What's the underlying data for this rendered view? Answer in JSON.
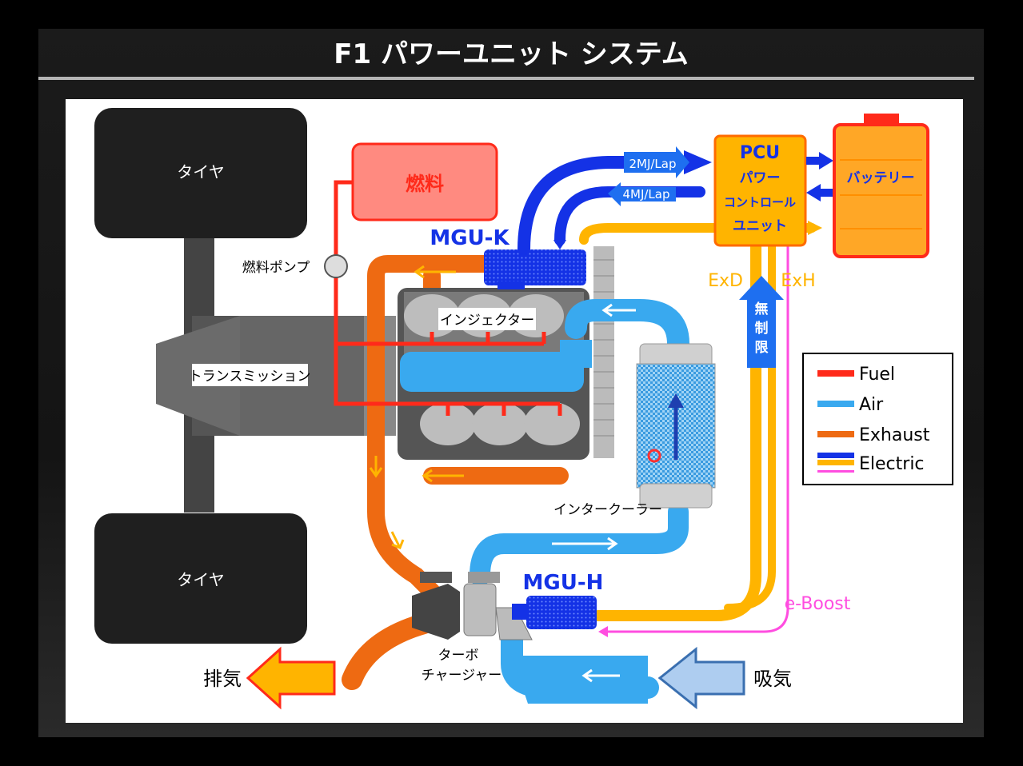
{
  "title": "F1 パワーユニット システム",
  "labels": {
    "tire_top": "タイヤ",
    "tire_bottom": "タイヤ",
    "transmission": "トランスミッション",
    "fuel": "燃料",
    "fuel_pump": "燃料ポンプ",
    "injector": "インジェクター",
    "intercooler": "インタークーラー",
    "turbo_line1": "ターボ",
    "turbo_line2": "チャージャー",
    "exhaust": "排気",
    "intake": "吸気",
    "mgu_k": "MGU-K",
    "mgu_h": "MGU-H",
    "pcu_line1": "PCU",
    "pcu_line2": "パワー",
    "pcu_line3": "コントロール",
    "pcu_line4": "ユニット",
    "battery": "バッテリー",
    "flow_2mj": "2MJ/Lap",
    "flow_4mj": "4MJ/Lap",
    "exd": "ExD",
    "exh": "ExH",
    "unlimited": "無制限",
    "eboost": "e-Boost"
  },
  "legend": [
    {
      "label": "Fuel",
      "color": "#ff2a1a"
    },
    {
      "label": "Air",
      "color": "#39a9ef"
    },
    {
      "label": "Exhaust",
      "color": "#ee6a12"
    },
    {
      "label": "Electric",
      "color": "#1432e6",
      "color2": "#ffb400",
      "color3": "#ff4de0"
    }
  ],
  "colors": {
    "fuel": "#ff2a1a",
    "air": "#39a9ef",
    "exhaust": "#ee6a12",
    "electric_blue": "#1432e6",
    "electric_orange": "#ffb400",
    "eboost": "#ff4de0"
  }
}
